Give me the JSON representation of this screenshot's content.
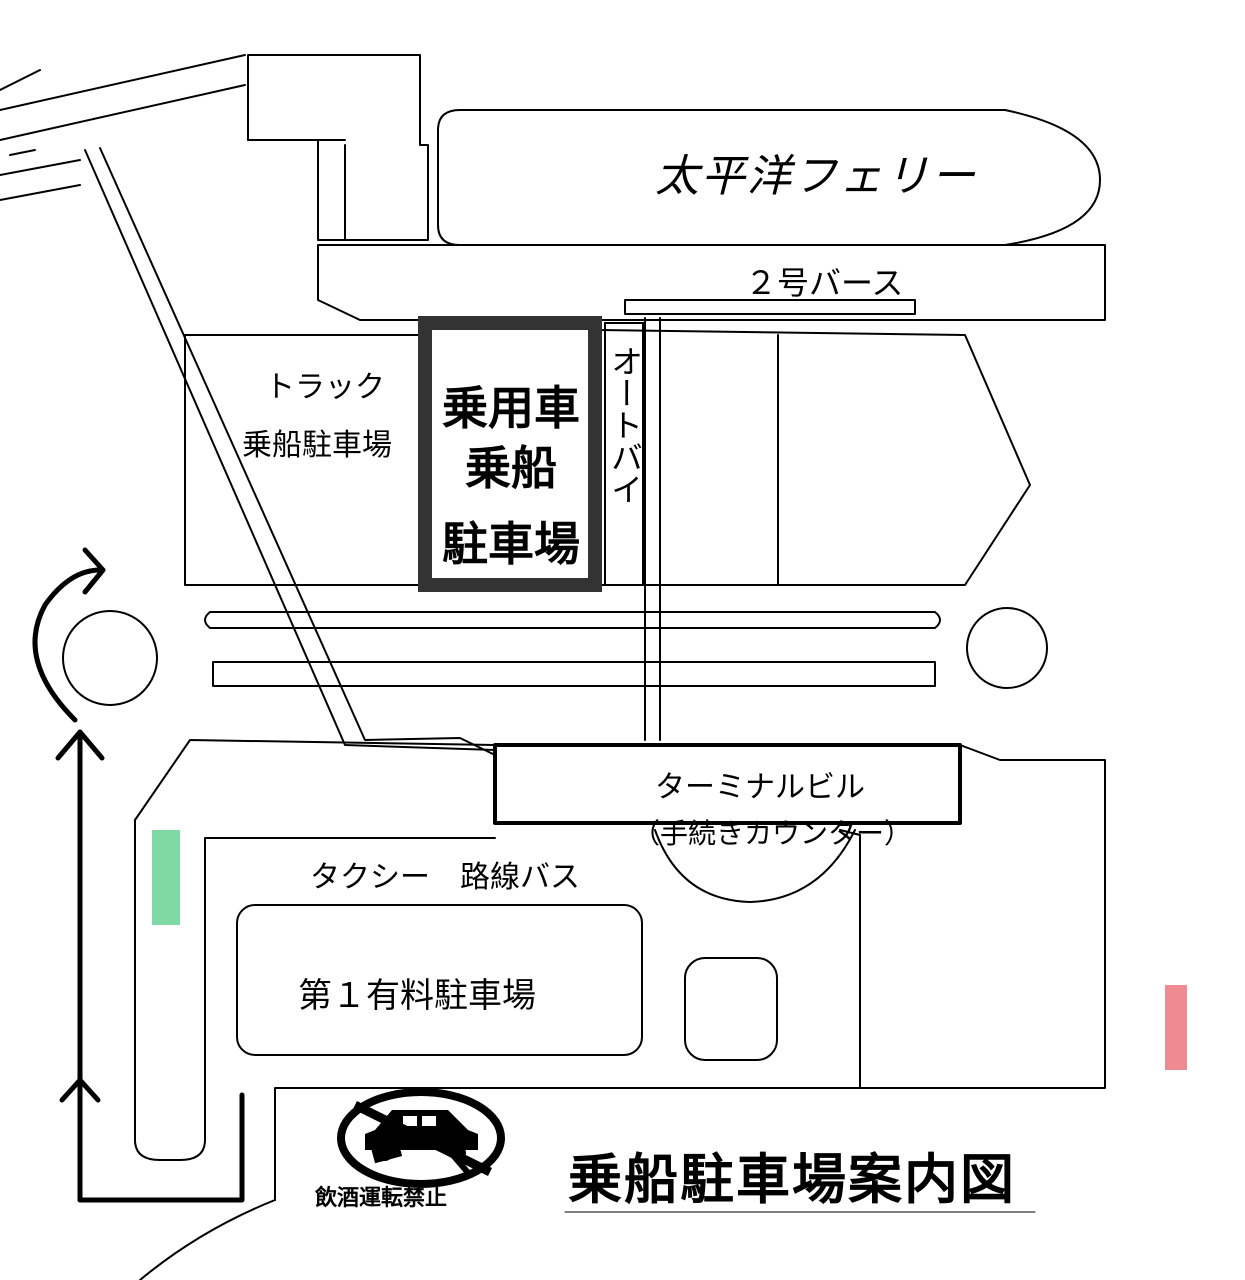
{
  "map": {
    "ferry_name": "太平洋フェリー",
    "berth": "２号バース",
    "truck_parking_line1": "トラック",
    "truck_parking_line2": "乗船駐車場",
    "car_parking_line1": "乗用車",
    "car_parking_line2": "乗船",
    "car_parking_line3": "駐車場",
    "motorbike": "オートバイ",
    "terminal": "ターミナルビル",
    "counter": "（手続きカウンター）",
    "taxi_bus": "タクシー　路線バス",
    "paid_parking": "第１有料駐車場",
    "no_drink_driving": "飲酒運転禁止",
    "title": "乗船駐車場案内図"
  },
  "colors": {
    "line": "#000000",
    "background": "#ffffff",
    "green_marker": "#7fd9a3",
    "pink_marker": "#ee8a92",
    "car_lot_border": "#333333"
  },
  "icons": {
    "no_drink_driving": "no-drink-driving-icon"
  }
}
